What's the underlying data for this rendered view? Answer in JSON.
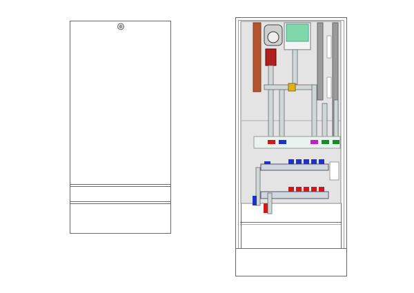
{
  "drawing": {
    "views": [
      "closed-cabinet-front",
      "open-cabinet-front"
    ],
    "colors": {
      "line": "#555555",
      "back_panel": "#e4e4e4",
      "copper": "#b4552f",
      "pump_heater": "#b01e1e",
      "controller": "#7fd8aa",
      "brass": "#e0b020",
      "pipe": "#cfd8d4",
      "supply_valve": "#d01818",
      "return_valve": "#2030c8",
      "magenta_valve": "#c020c0",
      "green_valve": "#1a8a2a",
      "rail": "#9a9a9a"
    },
    "upper_manifold_outlets": 5,
    "lower_manifold_outlets": 5
  }
}
